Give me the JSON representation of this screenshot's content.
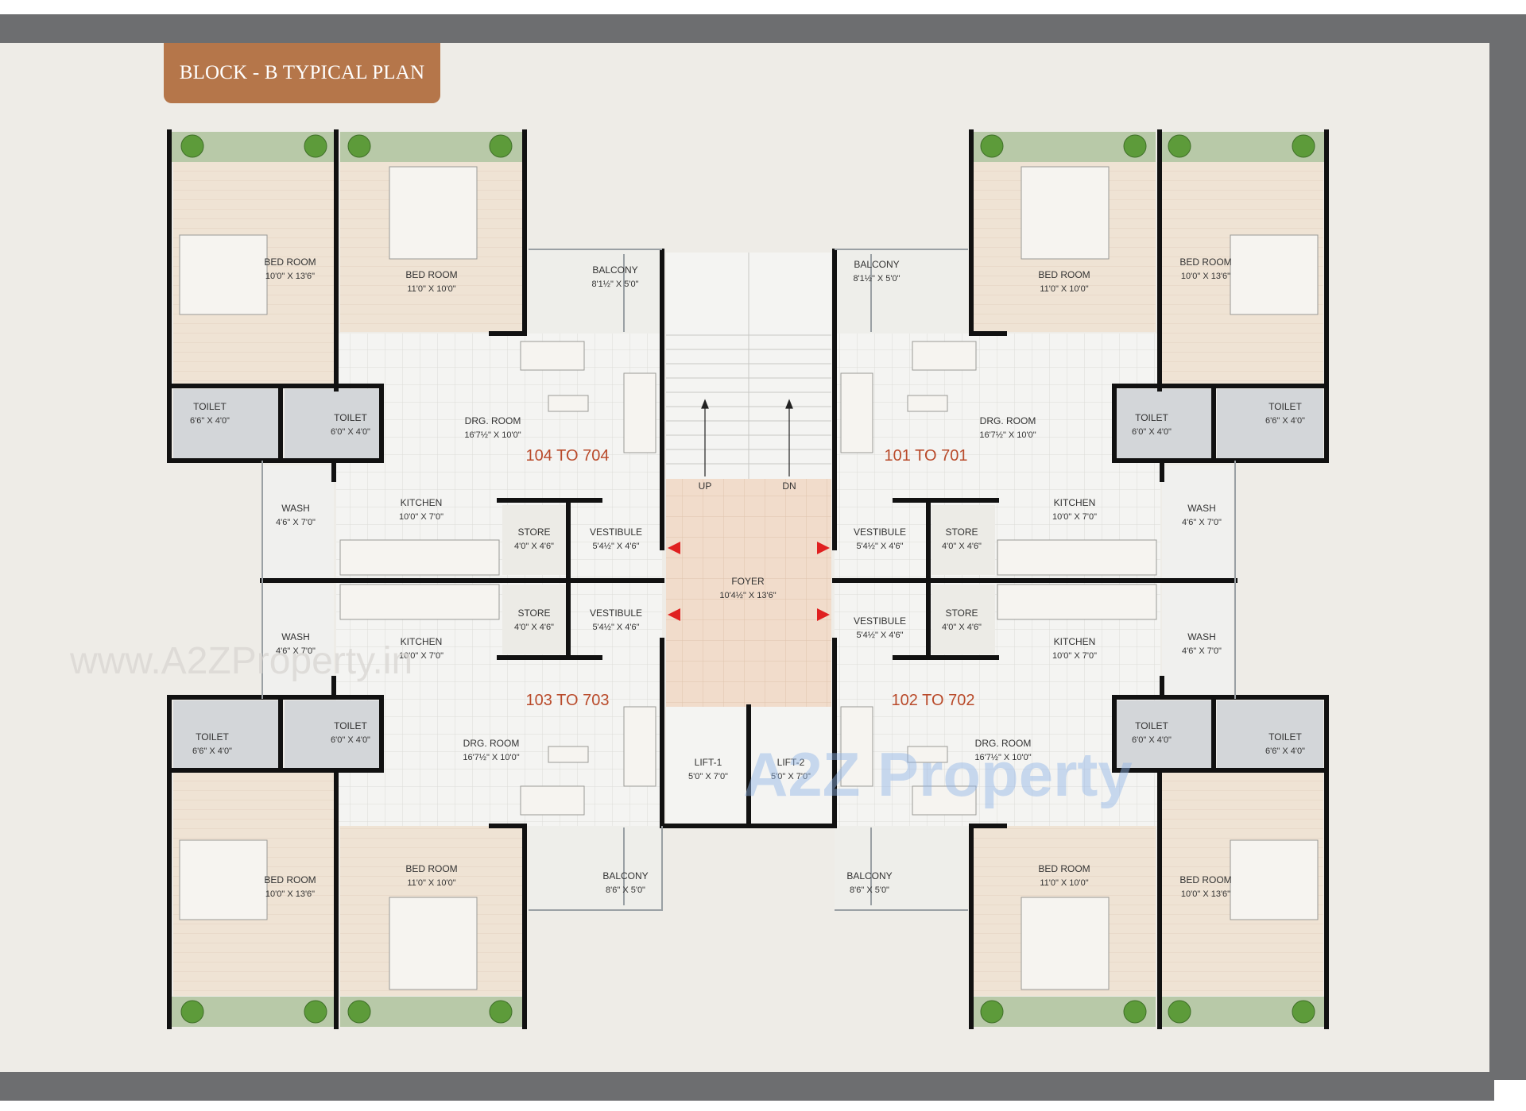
{
  "title": "BLOCK - B TYPICAL PLAN",
  "colors": {
    "banner": "#b5764a",
    "frame": "#6d6e70",
    "sheet": "#eeece7",
    "wall": "#111111",
    "unit_label": "#b94a2a",
    "arrow": "#e02020",
    "foyer": "#f1dccb",
    "bedroom_floor": "#efe3d4",
    "toilet_floor": "#d3d6d9",
    "planter": "#b8c9a8"
  },
  "units": {
    "top_left": "104 TO 704",
    "top_right": "101 TO 701",
    "bottom_left": "103 TO 703",
    "bottom_right": "102 TO 702"
  },
  "rooms": {
    "tl_bed1": {
      "name": "BED ROOM",
      "dim": "10'0\" X 13'6\""
    },
    "tl_bed2": {
      "name": "BED ROOM",
      "dim": "11'0\" X 10'0\""
    },
    "tl_balcony": {
      "name": "BALCONY",
      "dim": "8'1½\" X 5'0\""
    },
    "tl_toilet1": {
      "name": "TOILET",
      "dim": "6'6\" X 4'0\""
    },
    "tl_toilet2": {
      "name": "TOILET",
      "dim": "6'0\" X 4'0\""
    },
    "tl_drg": {
      "name": "DRG. ROOM",
      "dim": "16'7½\" X 10'0\""
    },
    "tl_wash": {
      "name": "WASH",
      "dim": "4'6\" X 7'0\""
    },
    "tl_kitchen": {
      "name": "KITCHEN",
      "dim": "10'0\" X 7'0\""
    },
    "tl_store": {
      "name": "STORE",
      "dim": "4'0\" X 4'6\""
    },
    "tl_vest": {
      "name": "VESTIBULE",
      "dim": "5'4½\" X 4'6\""
    },
    "tr_bed1": {
      "name": "BED ROOM",
      "dim": "10'0\" X 13'6\""
    },
    "tr_bed2": {
      "name": "BED ROOM",
      "dim": "11'0\" X 10'0\""
    },
    "tr_balcony": {
      "name": "BALCONY",
      "dim": "8'1½\" X 5'0\""
    },
    "tr_toilet1": {
      "name": "TOILET",
      "dim": "6'6\" X 4'0\""
    },
    "tr_toilet2": {
      "name": "TOILET",
      "dim": "6'0\" X 4'0\""
    },
    "tr_drg": {
      "name": "DRG. ROOM",
      "dim": "16'7½\" X 10'0\""
    },
    "tr_wash": {
      "name": "WASH",
      "dim": "4'6\" X 7'0\""
    },
    "tr_kitchen": {
      "name": "KITCHEN",
      "dim": "10'0\" X 7'0\""
    },
    "tr_store": {
      "name": "STORE",
      "dim": "4'0\" X 4'6\""
    },
    "tr_vest": {
      "name": "VESTIBULE",
      "dim": "5'4½\" X 4'6\""
    },
    "bl_bed1": {
      "name": "BED ROOM",
      "dim": "10'0\" X 13'6\""
    },
    "bl_bed2": {
      "name": "BED ROOM",
      "dim": "11'0\" X 10'0\""
    },
    "bl_balcony": {
      "name": "BALCONY",
      "dim": "8'6\" X 5'0\""
    },
    "bl_toilet1": {
      "name": "TOILET",
      "dim": "6'6\" X 4'0\""
    },
    "bl_toilet2": {
      "name": "TOILET",
      "dim": "6'0\" X 4'0\""
    },
    "bl_drg": {
      "name": "DRG. ROOM",
      "dim": "16'7½\" X 10'0\""
    },
    "bl_wash": {
      "name": "WASH",
      "dim": "4'6\" X 7'0\""
    },
    "bl_kitchen": {
      "name": "KITCHEN",
      "dim": "10'0\" X 7'0\""
    },
    "bl_store": {
      "name": "STORE",
      "dim": "4'0\" X 4'6\""
    },
    "bl_vest": {
      "name": "VESTIBULE",
      "dim": "5'4½\" X 4'6\""
    },
    "br_bed1": {
      "name": "BED ROOM",
      "dim": "10'0\" X 13'6\""
    },
    "br_bed2": {
      "name": "BED ROOM",
      "dim": "11'0\" X 10'0\""
    },
    "br_balcony": {
      "name": "BALCONY",
      "dim": "8'6\" X 5'0\""
    },
    "br_toilet1": {
      "name": "TOILET",
      "dim": "6'6\" X 4'0\""
    },
    "br_toilet2": {
      "name": "TOILET",
      "dim": "6'0\" X 4'0\""
    },
    "br_drg": {
      "name": "DRG. ROOM",
      "dim": "16'7½\" X 10'0\""
    },
    "br_wash": {
      "name": "WASH",
      "dim": "4'6\" X 7'0\""
    },
    "br_kitchen": {
      "name": "KITCHEN",
      "dim": "10'0\" X 7'0\""
    },
    "br_store": {
      "name": "STORE",
      "dim": "4'0\" X 4'6\""
    },
    "br_vest": {
      "name": "VESTIBULE",
      "dim": "5'4½\" X 4'6\""
    },
    "foyer": {
      "name": "FOYER",
      "dim": "10'4½\" X 13'6\""
    },
    "lift1": {
      "name": "LIFT-1",
      "dim": "5'0\" X 7'0\""
    },
    "lift2": {
      "name": "LIFT-2",
      "dim": "5'0\" X 7'0\""
    }
  },
  "stair": {
    "up": "UP",
    "down": "DN"
  },
  "watermarks": {
    "url": "www.A2ZProperty.in",
    "brand": "A2Z Property"
  }
}
